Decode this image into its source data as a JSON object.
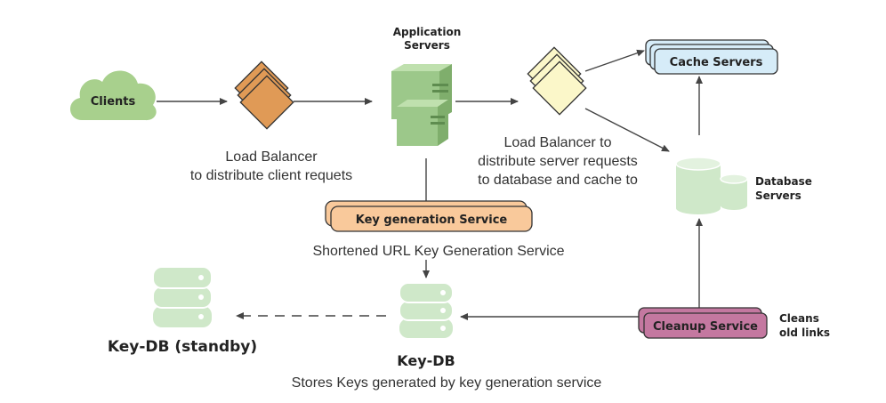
{
  "colors": {
    "cloud": "#a8d08d",
    "lb_orange": "#e09a56",
    "lb_cream": "#fbf7c9",
    "server": "#9cc88a",
    "cache": "#d6ecf8",
    "db": "#cfe8c9",
    "keygen": "#f9c99b",
    "cleanup": "#c478a0",
    "arrow": "#444444"
  },
  "nodes": {
    "clients": "Clients",
    "lb1_line1": "Load Balancer",
    "lb1_line2": "to distribute client requets",
    "app_line1": "Application",
    "app_line2": "Servers",
    "lb2_line1": "Load  Balancer to",
    "lb2_line2": "distribute server requests",
    "lb2_line3": "to database and cache to",
    "cache": "Cache Servers",
    "db_line1": "Database",
    "db_line2": "Servers",
    "keygen": "Key generation Service",
    "keygen_caption": "Shortened URL Key Generation Service",
    "keydb": "Key-DB",
    "keydb_caption": "Stores Keys generated by key generation service",
    "standby": "Key-DB (standby)",
    "cleanup": "Cleanup Service",
    "cleanup_note_line1": "Cleans",
    "cleanup_note_line2": "old links"
  }
}
